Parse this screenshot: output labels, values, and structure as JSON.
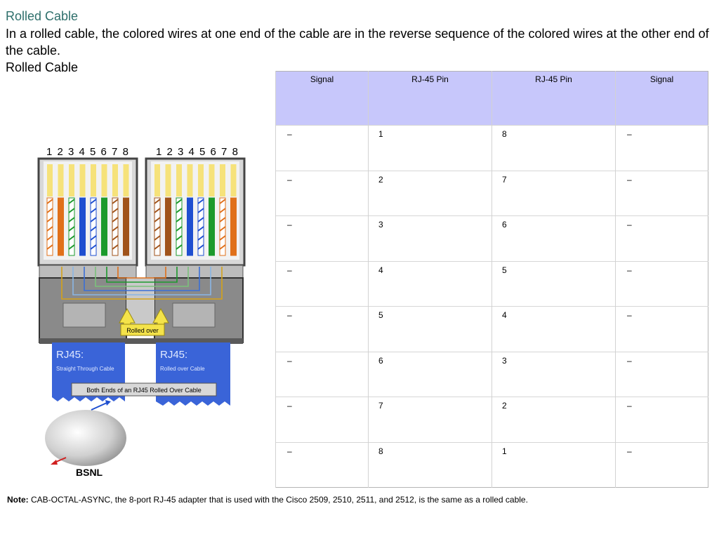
{
  "slide": {
    "title": "Rolled Cable",
    "intro": "In a rolled cable, the colored wires at one end of the cable are in the reverse sequence of the colored wires at the other end of the cable.",
    "subtitle": "Rolled Cable"
  },
  "figure": {
    "left_pin_numbers": "1 2 3 4 5 6 7 8",
    "right_pin_numbers": "1 2 3 4 5 6 7 8",
    "arrow_label": "Rolled over",
    "left_tag_title": "RJ45:",
    "left_tag_sub": "Straight Through Cable",
    "right_tag_title": "RJ45:",
    "right_tag_sub": "Rolled over Cable",
    "caption": "Both Ends of an RJ45 Rolled Over Cable",
    "logo_text": "BSNL",
    "colors": {
      "tag_blue": "#3a64d8",
      "arrow_yellow": "#f4e34a",
      "orange": "#e0701a",
      "green": "#1c9a2c",
      "blue": "#1f4fd0",
      "brown": "#a0531b"
    }
  },
  "table": {
    "headers": [
      "Signal",
      "RJ-45 Pin",
      "RJ-45 Pin",
      "Signal"
    ],
    "rows": [
      [
        "–",
        "1",
        "8",
        "–"
      ],
      [
        "–",
        "2",
        "7",
        "–"
      ],
      [
        "–",
        "3",
        "6",
        "–"
      ],
      [
        "–",
        "4",
        "5",
        "–"
      ],
      [
        "–",
        "5",
        "4",
        "–"
      ],
      [
        "–",
        "6",
        "3",
        "–"
      ],
      [
        "–",
        "7",
        "2",
        "–"
      ],
      [
        "–",
        "8",
        "1",
        "–"
      ]
    ]
  },
  "note": {
    "label": "Note:",
    "text": " CAB-OCTAL-ASYNC, the 8-port RJ-45 adapter that is used with the Cisco 2509, 2510, 2511, and 2512, is the same as a rolled cable."
  }
}
